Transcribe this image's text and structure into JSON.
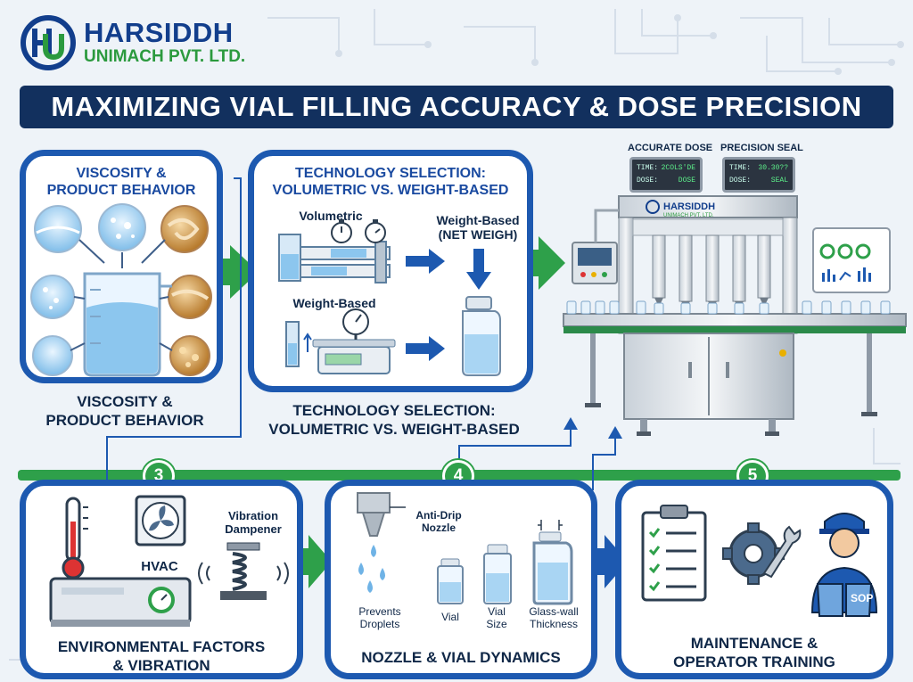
{
  "brand": {
    "name": "HARSIDDH",
    "sub": "UNIMACH PVT. LTD.",
    "machine_name": "HARSIDDH",
    "machine_sub": "UNIMACH PVT. LTD."
  },
  "title": "MAXIMIZING VIAL FILLING ACCURACY & DOSE PRECISION",
  "panels": {
    "p1": {
      "head": [
        "VISCOSITY &",
        "PRODUCT BEHAVIOR"
      ],
      "caption": [
        "VISCOSITY &",
        "PRODUCT BEHAVIOR"
      ]
    },
    "p2": {
      "head": [
        "TECHNOLOGY SELECTION:",
        "VOLUMETRIC VS. WEIGHT-BASED"
      ],
      "caption": [
        "TECHNOLOGY SELECTION:",
        "VOLUMETRIC VS. WEIGHT-BASED"
      ],
      "volumetric": "Volumetric",
      "weight_based": "Weight-Based",
      "net_weigh": [
        "Weight-Based",
        "(NET WEIGH)"
      ]
    },
    "p3": {
      "number": "3",
      "hvac": "HVAC",
      "dampener": [
        "Vibration",
        "Dampener"
      ],
      "caption": [
        "ENVIRONMENTAL FACTORS",
        "& VIBRATION"
      ]
    },
    "p4": {
      "number": "4",
      "anti_drip": [
        "Anti-Drip",
        "Nozzle"
      ],
      "prevents": [
        "Prevents",
        "Droplets"
      ],
      "vial": "Vial",
      "vial_size": [
        "Vial",
        "Size"
      ],
      "glass_wall": [
        "Glass-wall",
        "Thickness"
      ],
      "caption": [
        "NOZZLE & VIAL DYNAMICS"
      ]
    },
    "p5": {
      "number": "5",
      "sop": "SOP",
      "caption": [
        "MAINTENANCE &",
        "OPERATOR TRAINING"
      ]
    }
  },
  "screens": {
    "dose": {
      "title": "ACCURATE DOSE",
      "r1_label": "TIME:",
      "r1_value": "2COLS'DE",
      "r2_label": "DOSE:",
      "r2_value": "DOSE"
    },
    "seal": {
      "title": "PRECISION SEAL",
      "r1_label": "TIME:",
      "r1_value": "30.30??",
      "r2_label": "DOSE:",
      "r2_value": "SEAL"
    }
  },
  "colors": {
    "navy": "#12305e",
    "blue": "#1d59b0",
    "green": "#2ea04a"
  }
}
